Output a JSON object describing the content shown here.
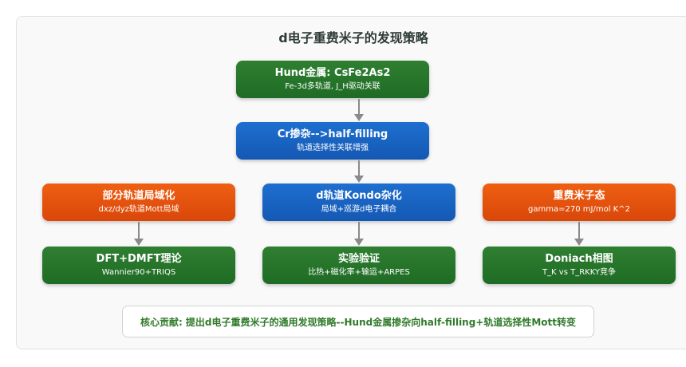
{
  "title": "d电子重费米子的发现策略",
  "nodes": {
    "hund": {
      "title": "Hund金属: CsFe2As2",
      "sub": "Fe-3d多轨道, J_H驱动关联"
    },
    "cr": {
      "title": "Cr掺杂-->half-filling",
      "sub": "轨道选择性关联增强"
    },
    "partial": {
      "title": "部分轨道局域化",
      "sub": "dxz/dyz轨道Mott局域"
    },
    "kondo": {
      "title": "d轨道Kondo杂化",
      "sub": "局域+巡游d电子耦合"
    },
    "heavy": {
      "title": "重费米子态",
      "sub": "gamma=270 mJ/mol K^2"
    },
    "dft": {
      "title": "DFT+DMFT理论",
      "sub": "Wannier90+TRIQS"
    },
    "exp": {
      "title": "实验验证",
      "sub": "比热+磁化率+输运+ARPES"
    },
    "doniach": {
      "title": "Doniach相图",
      "sub": "T_K vs T_RKKY竞争"
    }
  },
  "summary": "核心贡献: 提出d电子重费米子的通用发现策略--Hund金属掺杂向half-filling+轨道选择性Mott转变",
  "colors": {
    "green": "#237028",
    "blue": "#1763c4",
    "orange": "#e4520d",
    "summary_text": "#2f7a2a"
  }
}
